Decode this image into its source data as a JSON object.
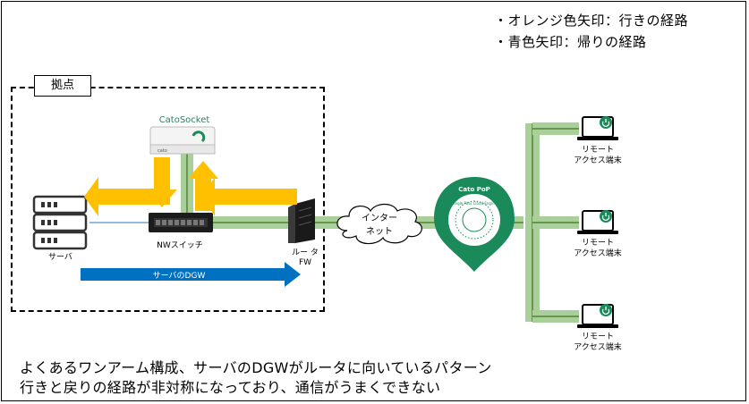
{
  "legend": {
    "orange": "・オレンジ色矢印：行きの経路",
    "blue": "・青色矢印：帰りの経路"
  },
  "site": {
    "label": "拠点"
  },
  "devices": {
    "catosocket": "CatoSocket",
    "catosocket_small": "cato",
    "switch": "NWスイッチ",
    "server": "サーバ",
    "router_line1": "ルー タ",
    "router_line2": "FW",
    "internet_line1": "インター",
    "internet_line2": "ネット",
    "pop": "Cato PoP",
    "pop_ring": "Single Pass Cloud Engine"
  },
  "arrows": {
    "dgw": "サーバのDGW"
  },
  "remotes": [
    {
      "line1": "リモート",
      "line2": "アクセス端末"
    },
    {
      "line1": "リモート",
      "line2": "アクセス端末"
    },
    {
      "line1": "リモート",
      "line2": "アクセス端末"
    }
  ],
  "caption": {
    "line1": "よくあるワンアーム構成、サーバのDGWがルータに向いているパターン",
    "line2": "行きと戻りの経路が非対称になっており、通信がうまくできない"
  },
  "colors": {
    "orange": "#ffc000",
    "blue": "#0070c0",
    "green_path": "#a9cf9a",
    "cato_green": "#1a8a5a"
  }
}
